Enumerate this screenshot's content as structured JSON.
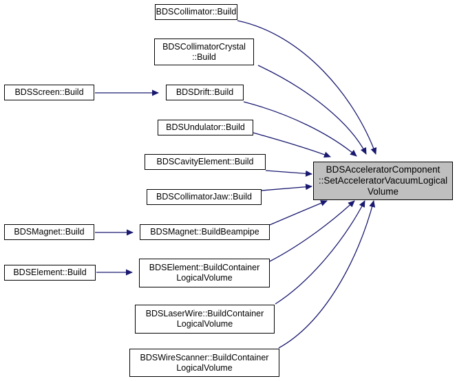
{
  "graph": {
    "target": {
      "lines": [
        "BDSAcceleratorComponent",
        "::SetAcceleratorVacuumLogical",
        "Volume"
      ]
    },
    "nodes": {
      "collimator": {
        "lines": [
          "BDSCollimator::Build"
        ]
      },
      "collimator_crystal": {
        "lines": [
          "BDSCollimatorCrystal",
          "::Build"
        ]
      },
      "screen": {
        "lines": [
          "BDSScreen::Build"
        ]
      },
      "drift": {
        "lines": [
          "BDSDrift::Build"
        ]
      },
      "undulator": {
        "lines": [
          "BDSUndulator::Build"
        ]
      },
      "cavity_element": {
        "lines": [
          "BDSCavityElement::Build"
        ]
      },
      "collimator_jaw": {
        "lines": [
          "BDSCollimatorJaw::Build"
        ]
      },
      "magnet": {
        "lines": [
          "BDSMagnet::Build"
        ]
      },
      "magnet_beampipe": {
        "lines": [
          "BDSMagnet::BuildBeampipe"
        ]
      },
      "element": {
        "lines": [
          "BDSElement::Build"
        ]
      },
      "element_container": {
        "lines": [
          "BDSElement::BuildContainer",
          "LogicalVolume"
        ]
      },
      "laserwire_container": {
        "lines": [
          "BDSLaserWire::BuildContainer",
          "LogicalVolume"
        ]
      },
      "wirescanner_container": {
        "lines": [
          "BDSWireScanner::BuildContainer",
          "LogicalVolume"
        ]
      }
    },
    "edge_color": "#191970"
  }
}
